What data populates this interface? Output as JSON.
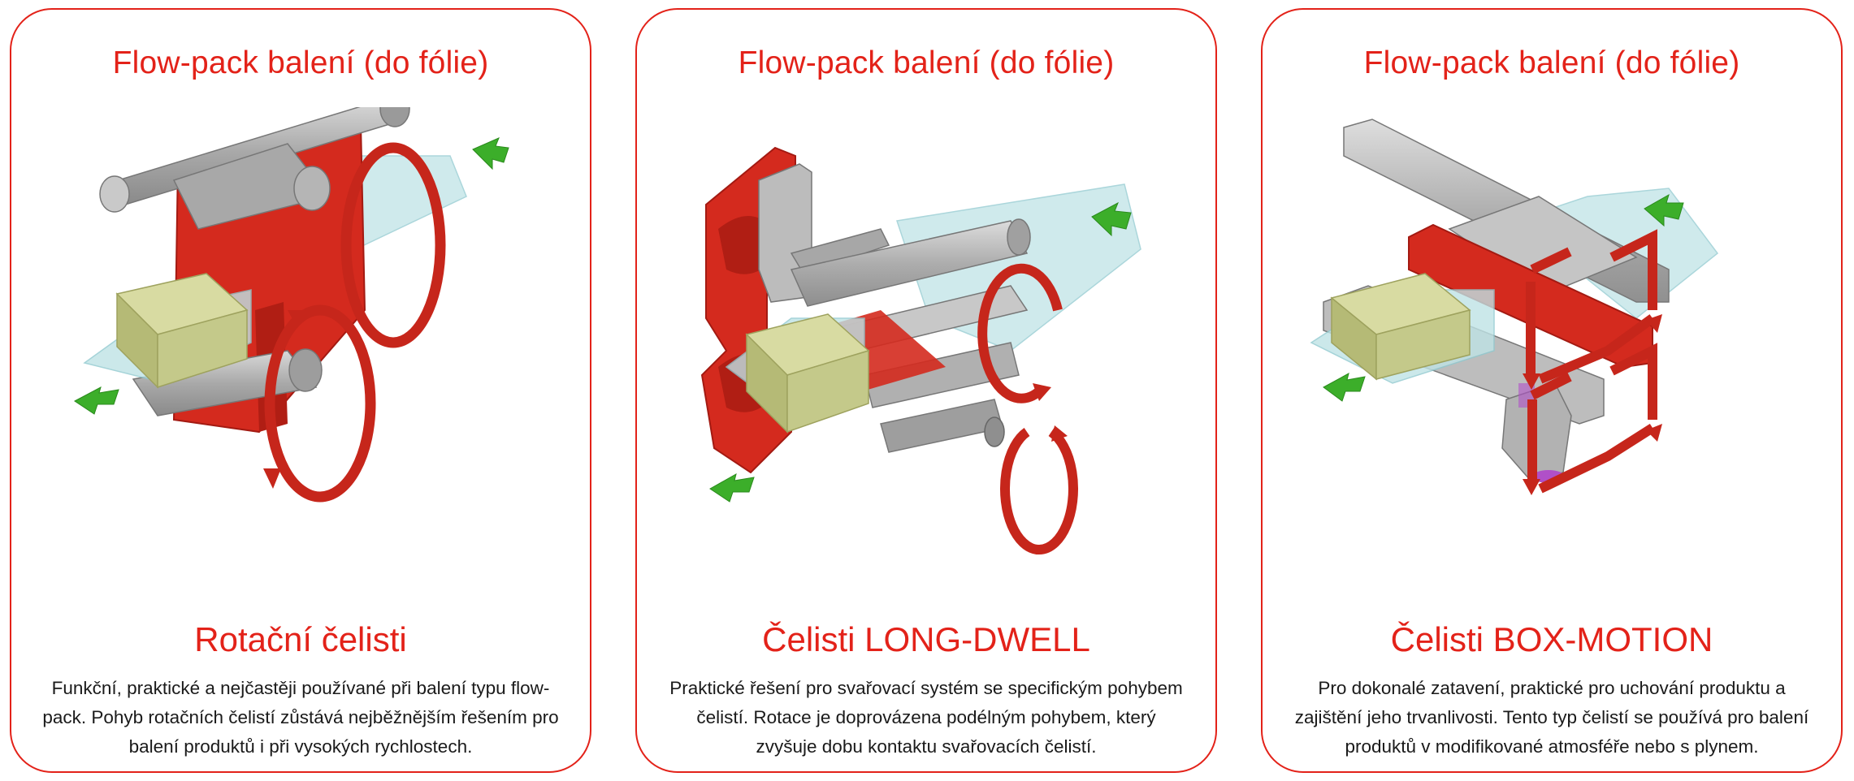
{
  "colors": {
    "accent": "#e32219",
    "text": "#1a1a1a",
    "jaw_red": "#d42a1e",
    "metal": "#b8b8b8",
    "film": "#bfe3e6",
    "product": "#c4c98a",
    "arrow_green": "#3cae2a"
  },
  "cards": [
    {
      "title": "Flow-pack balení (do fólie)",
      "heading": "Rotační čelisti",
      "description": "Funkční, praktické a nejčastěji používané při balení typu flow-pack. Pohyb rotačních čelistí zůstává nejběžnějším řešením pro balení produktů i při vysokých rychlostech."
    },
    {
      "title": "Flow-pack balení (do fólie)",
      "heading": "Čelisti LONG-DWELL",
      "description": "Praktické řešení pro svařovací systém se  specifickým pohybem čelistí. Rotace je doprovázena podélným pohybem, který zvyšuje dobu kontaktu svařovacích čelistí."
    },
    {
      "title": "Flow-pack balení (do fólie)",
      "heading": "Čelisti BOX-MOTION",
      "description": "Pro dokonalé zatavení, praktické pro uchování produktu a zajištění jeho trvanlivosti. Tento typ čelistí se používá pro balení produktů v modifikované atmosféře nebo s plynem."
    }
  ]
}
